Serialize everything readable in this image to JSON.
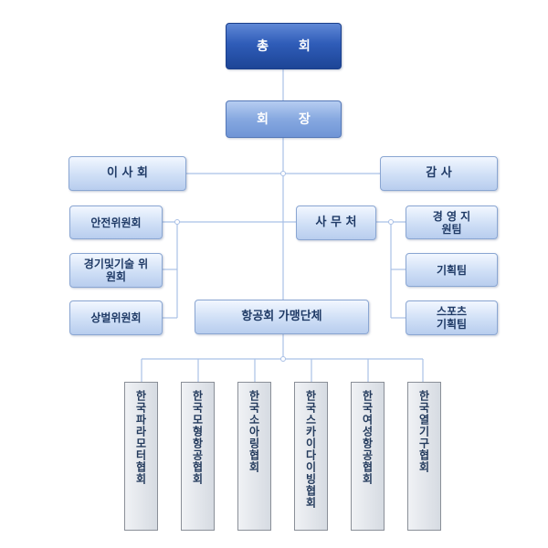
{
  "top": {
    "general_assembly": "총 회",
    "president": "회 장"
  },
  "side": {
    "board": "이 사 회",
    "audit": "감 사",
    "secretariat": "사 무 처"
  },
  "committees": [
    "안전위원회",
    "경기및기술 위원회",
    "상벌위원회"
  ],
  "teams": [
    "경 영 지원팀",
    "기획팀",
    "스포츠 기획팀"
  ],
  "member_org_group": "항공회 가맹단체",
  "member_orgs": [
    "한국파라모터협회",
    "한국모형항공협회",
    "한국소아링협회",
    "한국스카이다이빙협회",
    "한국여성항공협회",
    "한국열기구협회"
  ],
  "colors": {
    "line": "#a9c0e6",
    "dark_box": "#1d4596",
    "light_box": "#cfdff6"
  }
}
